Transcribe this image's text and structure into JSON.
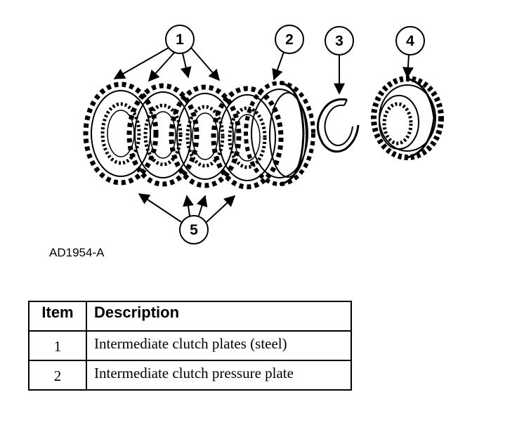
{
  "figure": {
    "code": "AD1954-A",
    "callouts": [
      "1",
      "2",
      "3",
      "4",
      "5"
    ]
  },
  "table": {
    "headers": {
      "item": "Item",
      "description": "Description"
    },
    "rows": [
      {
        "item": "1",
        "description": "Intermediate clutch plates (steel)"
      },
      {
        "item": "2",
        "description": "Intermediate clutch pressure plate"
      }
    ]
  }
}
